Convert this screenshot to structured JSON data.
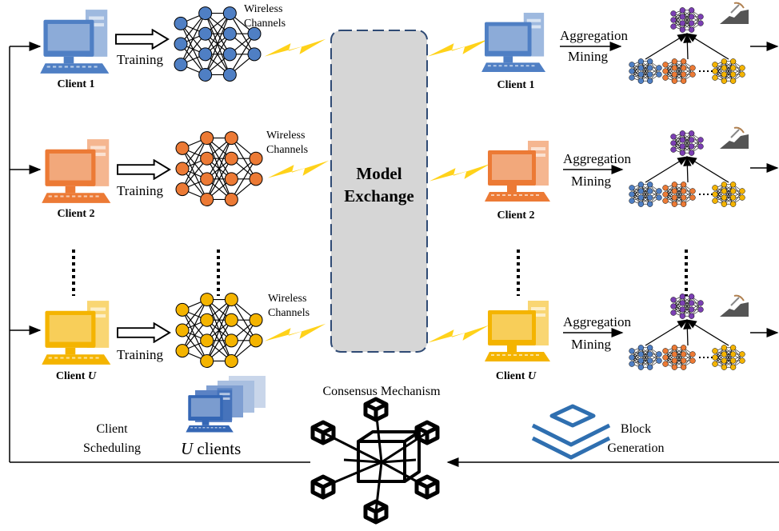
{
  "client_labels": [
    "Client 1",
    "Client 2",
    "Client U"
  ],
  "client_letter": "U",
  "client_prefix": "Client",
  "training_label": "Training",
  "wireless_line1": "Wireless",
  "wireless_line2": "Channels",
  "model_exchange_line1": "Model",
  "model_exchange_line2": "Exchange",
  "aggregation_label": "Aggregation",
  "mining_label": "Mining",
  "consensus_label": "Consensus Mechanism",
  "client_scheduling_line1": "Client",
  "client_scheduling_line2": "Scheduling",
  "u_clients_label": "clients",
  "block_generation_line1": "Block",
  "block_generation_line2": "Generation",
  "colors": {
    "client1_blue": "#4f7fc4",
    "client2_orange": "#ec7a35",
    "clientU_yellow": "#f4b400",
    "mined_purple": "#7b3fb3",
    "lightning": "#ffd21a",
    "model_exchange_fill": "#d6d6d6",
    "model_exchange_border": "#2f4a74"
  }
}
